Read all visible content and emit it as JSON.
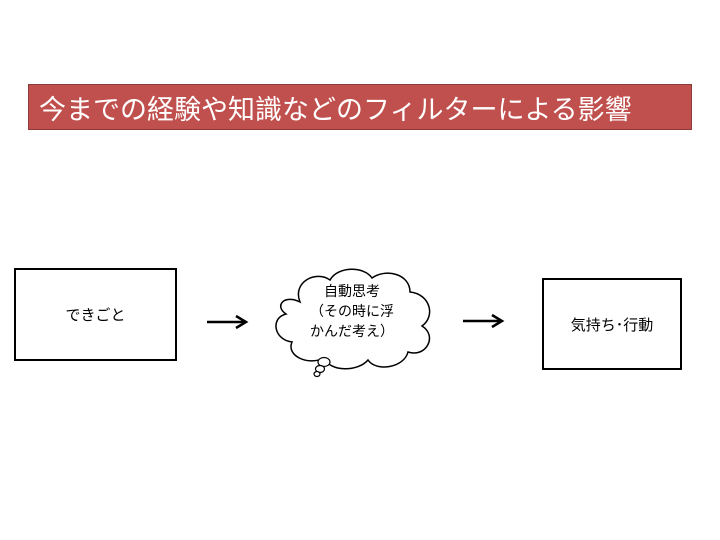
{
  "title": {
    "text": "今までの経験や知識などのフィルターによる影響",
    "background_color": "#c0504d",
    "text_color": "#ffffff"
  },
  "nodes": {
    "event": {
      "label": "できごと"
    },
    "thought": {
      "line1": "自動思考",
      "line2": "（その時に浮",
      "line3": "かんだ考え）"
    },
    "feeling": {
      "label": "気持ち･行動"
    }
  },
  "connectors": [
    {
      "from": "event",
      "to": "thought",
      "icon": "arrow-right-icon"
    },
    {
      "from": "thought",
      "to": "feeling",
      "icon": "arrow-right-icon"
    }
  ]
}
